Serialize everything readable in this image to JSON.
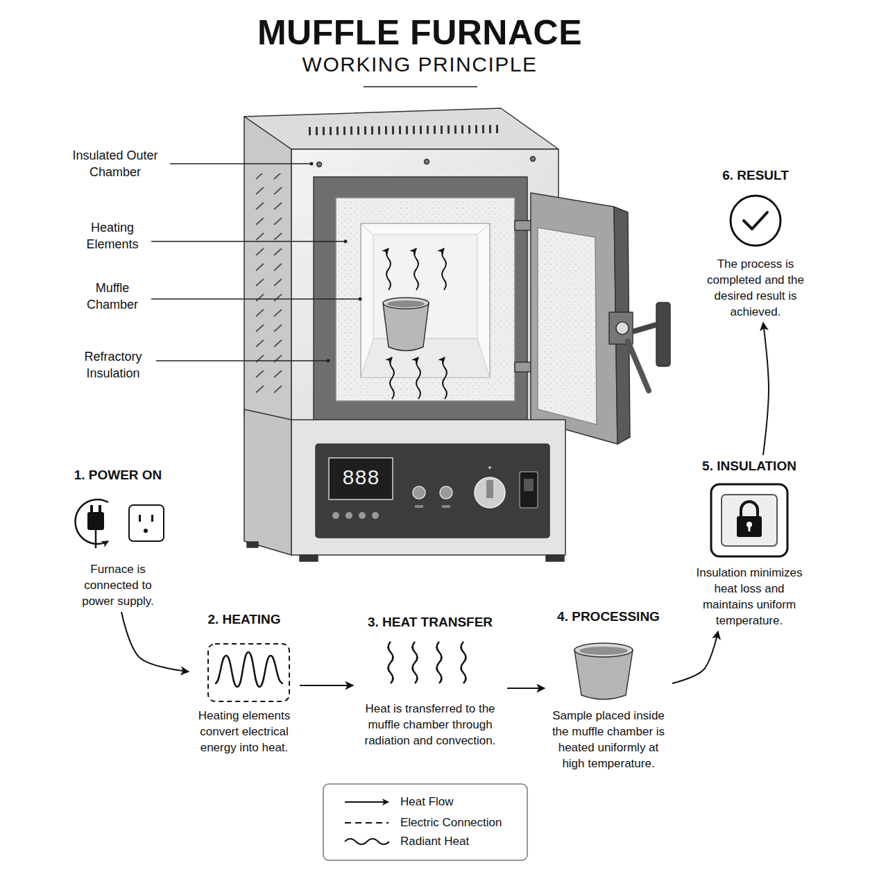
{
  "diagram": {
    "title": "MUFFLE FURNACE",
    "nodes": [
      {
        "text": [
          "1. POWER ON",
          "Furnace is connected to power supply."
        ]
      },
      {
        "text": [
          "2. HEATING",
          "Heating elements convert electrical energy into heat."
        ]
      },
      {
        "text": [
          "3. HEAT TRANSFER",
          "Heat is transferred to the muffle chamber through radiation and convection."
        ]
      },
      {
        "text": [
          "4. PROCESSING",
          "Sample placed inside the muffle chamber is heated uniformly at high temperature."
        ]
      },
      {
        "text": [
          "5. INSULATION",
          "Insulation minimizes heat loss and maintains uniform temperature."
        ]
      },
      {
        "text": [
          "6. RESULT",
          "The process is completed and the desired result is achieved."
        ]
      }
    ],
    "edges": [
      {
        "from": 0,
        "to": 1,
        "arrow": "to"
      },
      {
        "from": 1,
        "to": 2,
        "arrow": "to"
      },
      {
        "from": 2,
        "to": 3,
        "arrow": "to"
      },
      {
        "from": 3,
        "to": 4,
        "arrow": "to"
      },
      {
        "from": 4,
        "to": 5,
        "arrow": "to"
      }
    ],
    "labels": [
      "WORKING PRINCIPLE",
      "Insulated Outer Chamber",
      "Heating Elements",
      "Muffle Chamber",
      "Refractory Insulation",
      "888"
    ],
    "legend": [
      {
        "text": "Heat Flow"
      },
      {
        "text": "Electric Connection"
      },
      {
        "text": "Radiant Heat"
      }
    ]
  }
}
